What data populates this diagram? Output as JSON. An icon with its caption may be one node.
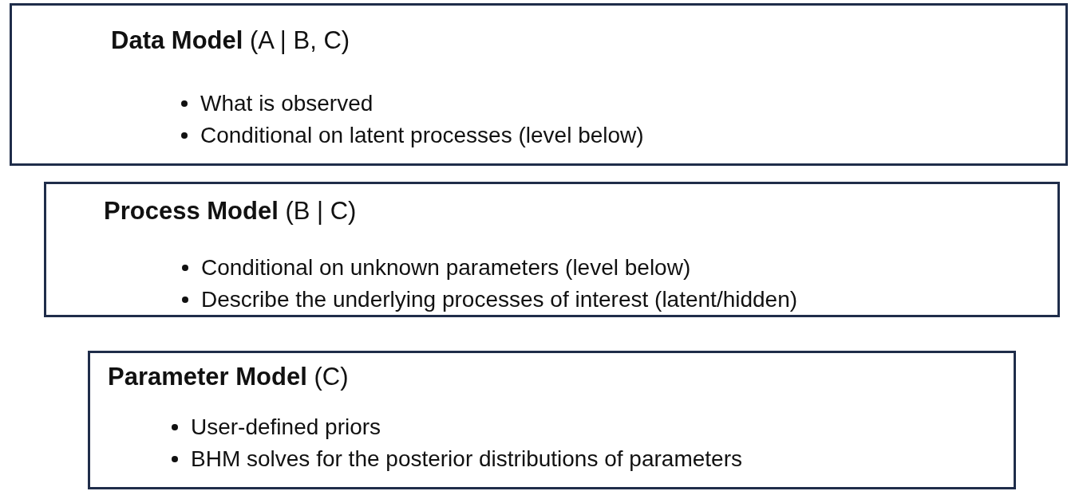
{
  "diagram": {
    "nodes": [
      {
        "text": [
          "**Data Model** (A | B, C)",
          "What is observed",
          "Conditional on latent processes (level below)"
        ]
      },
      {
        "text": [
          "**Process Model** (B | C)",
          "Conditional on unknown parameters (level below)",
          "Describe the underlying processes of interest (latent/hidden)"
        ]
      },
      {
        "text": [
          "**Parameter Model** (C)",
          "User-defined priors",
          "BHM solves for the posterior distributions of parameters"
        ]
      }
    ]
  }
}
